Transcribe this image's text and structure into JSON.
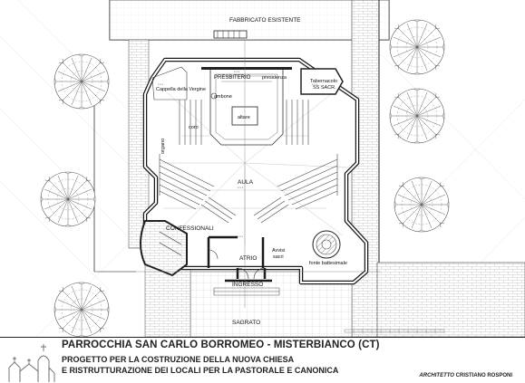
{
  "labels": {
    "existing_building": "FABBRICATO ESISTENTE",
    "presbytery": "PRESBITERIO",
    "presidency": "presidenza",
    "tabernacle_line1": "Tabernacolo",
    "tabernacle_line2": "SS SACR.",
    "virgin_chapel": "Cappella della Vergine",
    "ambo": "ambone",
    "altar": "altare",
    "choir": "coro",
    "organ": "organo",
    "hall": "AULA",
    "confessionals": "CONFESSIONALI",
    "atrium": "ATRIO",
    "notices_line1": "Avvisi",
    "notices_line2": "sacri",
    "baptismal_font": "fonte battesimale",
    "entrance": "INGRESSO",
    "churchyard": "SAGRATO"
  },
  "title": {
    "line1": "PARROCCHIA SAN CARLO BORROMEO - MISTERBIANCO (CT)",
    "line2": "PROGETTO PER LA COSTRUZIONE DELLA NUOVA CHIESA",
    "line3": "E RISTRUTTURAZIONE  DEI LOCALI PER LA PASTORALE E CANONICA"
  },
  "architect": {
    "role": "ARCHITETTO",
    "name": "CRISTIANO ROSPONI"
  },
  "icons": {
    "tree": "tree-canopy-icon",
    "logo": "church-silhouette-icon"
  },
  "colors": {
    "line": "#222222",
    "light_line": "#9a9a9a",
    "paper": "#ffffff"
  }
}
